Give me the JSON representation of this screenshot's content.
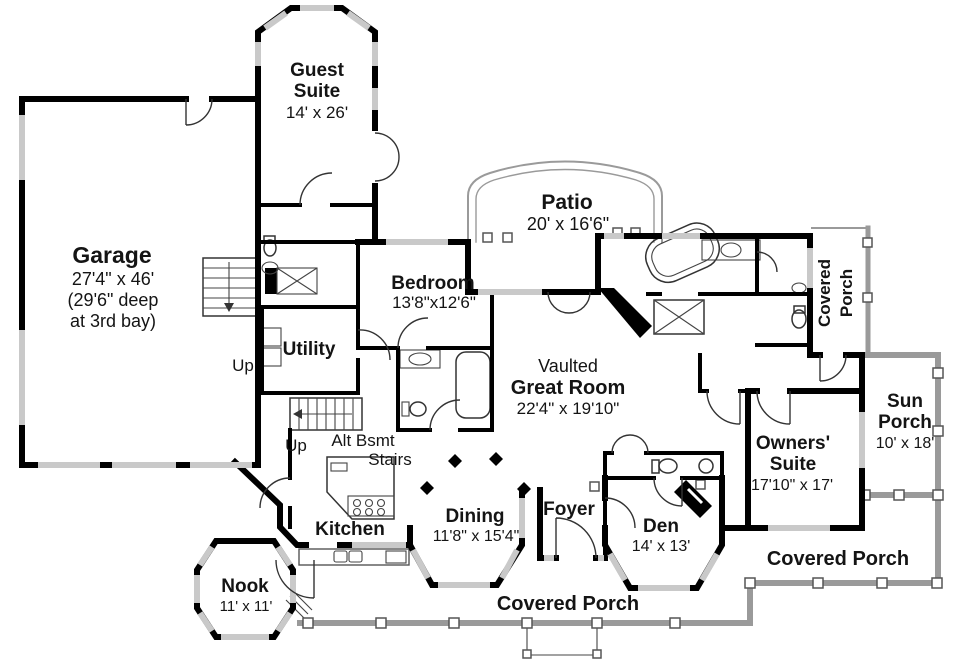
{
  "colors": {
    "wall": "#000000",
    "window": "#c9c9c9",
    "porch_line": "#9a9a9a",
    "text": "#141414",
    "background": "#ffffff"
  },
  "rooms": {
    "guest_suite": {
      "name1": "Guest",
      "name2": "Suite",
      "dims": "14' x 26'"
    },
    "garage": {
      "name": "Garage",
      "dims": "27'4\" x 46'",
      "note1": "(29'6\" deep",
      "note2": "at 3rd bay)"
    },
    "patio": {
      "name": "Patio",
      "dims": "20' x 16'6\""
    },
    "bedroom": {
      "name": "Bedroom",
      "dims": "13'8\"x12'6\""
    },
    "utility": {
      "name": "Utility"
    },
    "great_room": {
      "name1": "Vaulted",
      "name2": "Great Room",
      "dims": "22'4\" x 19'10\""
    },
    "owners_suite": {
      "name1": "Owners'",
      "name2": "Suite",
      "dims": "17'10\" x 17'"
    },
    "sun_porch": {
      "name1": "Sun",
      "name2": "Porch",
      "dims": "10' x 18'"
    },
    "kitchen": {
      "name": "Kitchen"
    },
    "dining": {
      "name": "Dining",
      "dims": "11'8\" x 15'4\""
    },
    "foyer": {
      "name": "Foyer"
    },
    "den": {
      "name": "Den",
      "dims": "14' x 13'"
    },
    "nook": {
      "name": "Nook",
      "dims": "11' x 11'"
    }
  },
  "annotations": {
    "up_garage": "Up",
    "up_hall": "Up",
    "alt_bsmt_line1": "Alt Bsmt",
    "alt_bsmt_line2": "Stairs",
    "covered_porch_right_line1": "Covered",
    "covered_porch_right_line2": "Porch",
    "covered_porch_bottom": "Covered Porch",
    "covered_porch_bottom_right": "Covered Porch"
  }
}
